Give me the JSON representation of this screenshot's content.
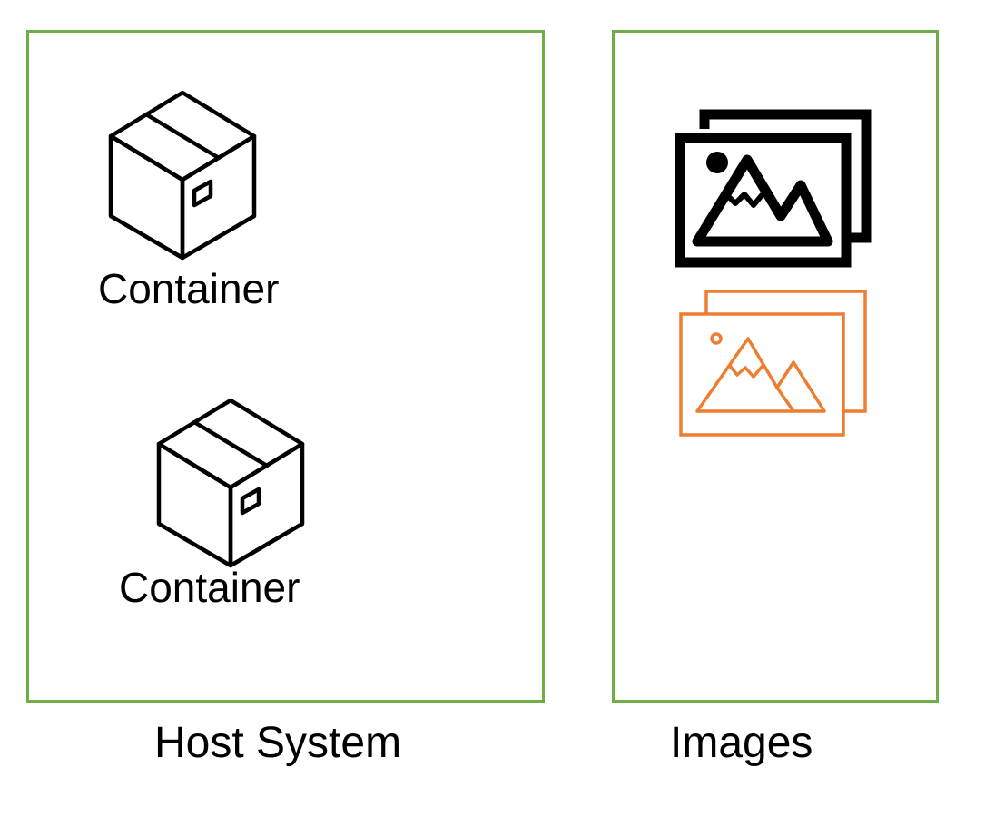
{
  "host_system": {
    "caption": "Host System",
    "containers": [
      {
        "label": "Container",
        "icon": "package-box-icon"
      },
      {
        "label": "Container",
        "icon": "package-box-icon"
      }
    ]
  },
  "images": {
    "caption": "Images",
    "icons": [
      {
        "icon": "images-stack-icon",
        "color": "#000000"
      },
      {
        "icon": "images-stack-outline-icon",
        "color": "#ed7d31"
      }
    ]
  },
  "colors": {
    "panel_border": "#70ad47",
    "text": "#000000",
    "accent_orange": "#ed7d31"
  }
}
